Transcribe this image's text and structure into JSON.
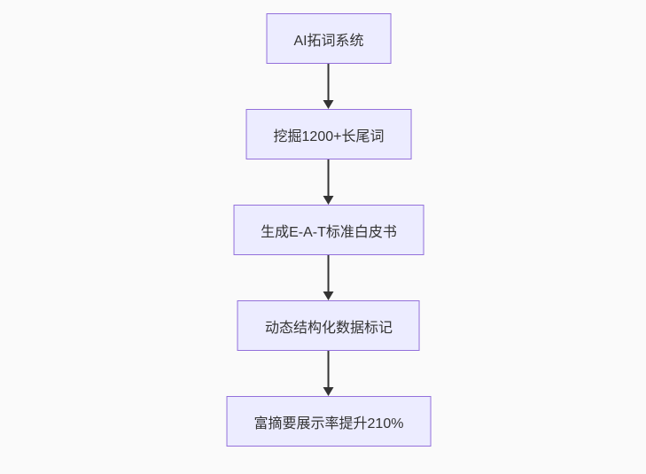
{
  "diagram": {
    "type": "flowchart",
    "direction": "top-down",
    "background_color": "#fafafa",
    "node_style": {
      "fill": "#ECECFF",
      "border": "#9370DB",
      "text_color": "#333333",
      "arrow_color": "#333333"
    },
    "nodes": [
      {
        "id": "n1",
        "label": "AI拓词系统"
      },
      {
        "id": "n2",
        "label": "挖掘1200+长尾词"
      },
      {
        "id": "n3",
        "label": "生成E-A-T标准白皮书"
      },
      {
        "id": "n4",
        "label": "动态结构化数据标记"
      },
      {
        "id": "n5",
        "label": "富摘要展示率提升210%"
      }
    ],
    "edges": [
      {
        "from": "n1",
        "to": "n2"
      },
      {
        "from": "n2",
        "to": "n3"
      },
      {
        "from": "n3",
        "to": "n4"
      },
      {
        "from": "n4",
        "to": "n5"
      }
    ]
  }
}
